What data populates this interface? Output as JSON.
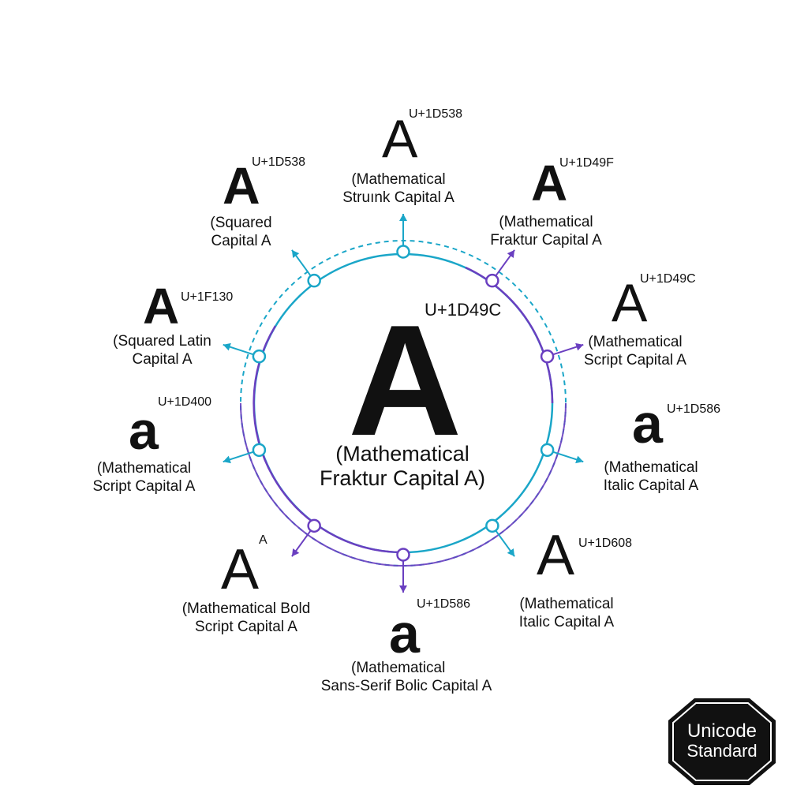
{
  "colors": {
    "teal": "#1aa6c8",
    "purple": "#6a3fc0",
    "ink": "#111111",
    "badge": "#111111"
  },
  "center": {
    "glyph": "A",
    "code": "U+1D49C",
    "label_line1": "(Mathematical",
    "label_line2": "Fraktur Capital A)"
  },
  "nodes": [
    {
      "glyph": "A",
      "code": "U+1D538",
      "label_line1": "(Mathematical",
      "label_line2": "Struınk Capital A",
      "accent": "teal"
    },
    {
      "glyph": "A",
      "code": "U+1D49F",
      "label_line1": "(Mathematical",
      "label_line2": "Fraktur Capital A",
      "accent": "purple"
    },
    {
      "glyph": "A",
      "code": "U+1D49C",
      "label_line1": "(Mathematical",
      "label_line2": "Script Capital A",
      "accent": "purple"
    },
    {
      "glyph": "a",
      "code": "U+1D586",
      "label_line1": "(Mathematical",
      "label_line2": "Italic Capital A",
      "accent": "teal"
    },
    {
      "glyph": "A",
      "code": "U+1D608",
      "label_line1": "(Mathematical",
      "label_line2": "Italic Capital A",
      "accent": "teal"
    },
    {
      "glyph": "a",
      "code": "U+1D586",
      "label_line1": "(Mathematical",
      "label_line2": "Sans-Serif Bolic Capital A",
      "accent": "purple"
    },
    {
      "glyph": "A",
      "code": "A",
      "label_line1": "(Mathematical Bold",
      "label_line2": "Script Capital A",
      "accent": "purple"
    },
    {
      "glyph": "a",
      "code": "U+1D400",
      "label_line1": "(Mathematical",
      "label_line2": "Script Capital A",
      "accent": "teal"
    },
    {
      "glyph": "A",
      "code": "U+1F130",
      "label_line1": "(Squared Latin",
      "label_line2": "Capital A",
      "accent": "teal"
    },
    {
      "glyph": "A",
      "code": "U+1D538",
      "label_line1": "(Squared",
      "label_line2": "Capital A",
      "accent": "teal"
    }
  ],
  "badge": {
    "line1": "Unicode",
    "line2": "Standard"
  }
}
